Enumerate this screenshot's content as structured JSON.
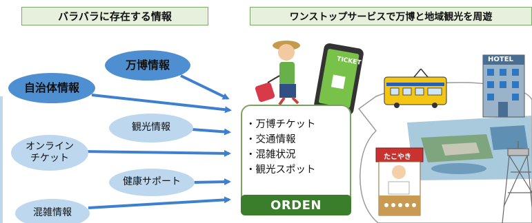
{
  "header_left": "バラバラに存在する情報",
  "header_right": "ワンストップサービスで万博と地域観光を周遊",
  "sources": {
    "expo_info": "万博情報",
    "municipal_info": "自治体情報",
    "tourism_info": "観光情報",
    "online_ticket": "オンライン\nチケット",
    "health_support": "健康サポート",
    "congestion_info": "混雑情報"
  },
  "services": [
    "・万博チケット",
    "・交通情報",
    "・混雑状況",
    "・観光スポット"
  ],
  "app_name": "ORDEN",
  "ticket_text": "TICKET",
  "hotel_text": "HOTEL",
  "takoyaki_text": "たこやき",
  "colors": {
    "dark_ellipse": "#4e8fd1",
    "light_ellipse": "#bcd7ee",
    "arrow": "#3f7fcf",
    "orden": "#3a7d2a"
  }
}
